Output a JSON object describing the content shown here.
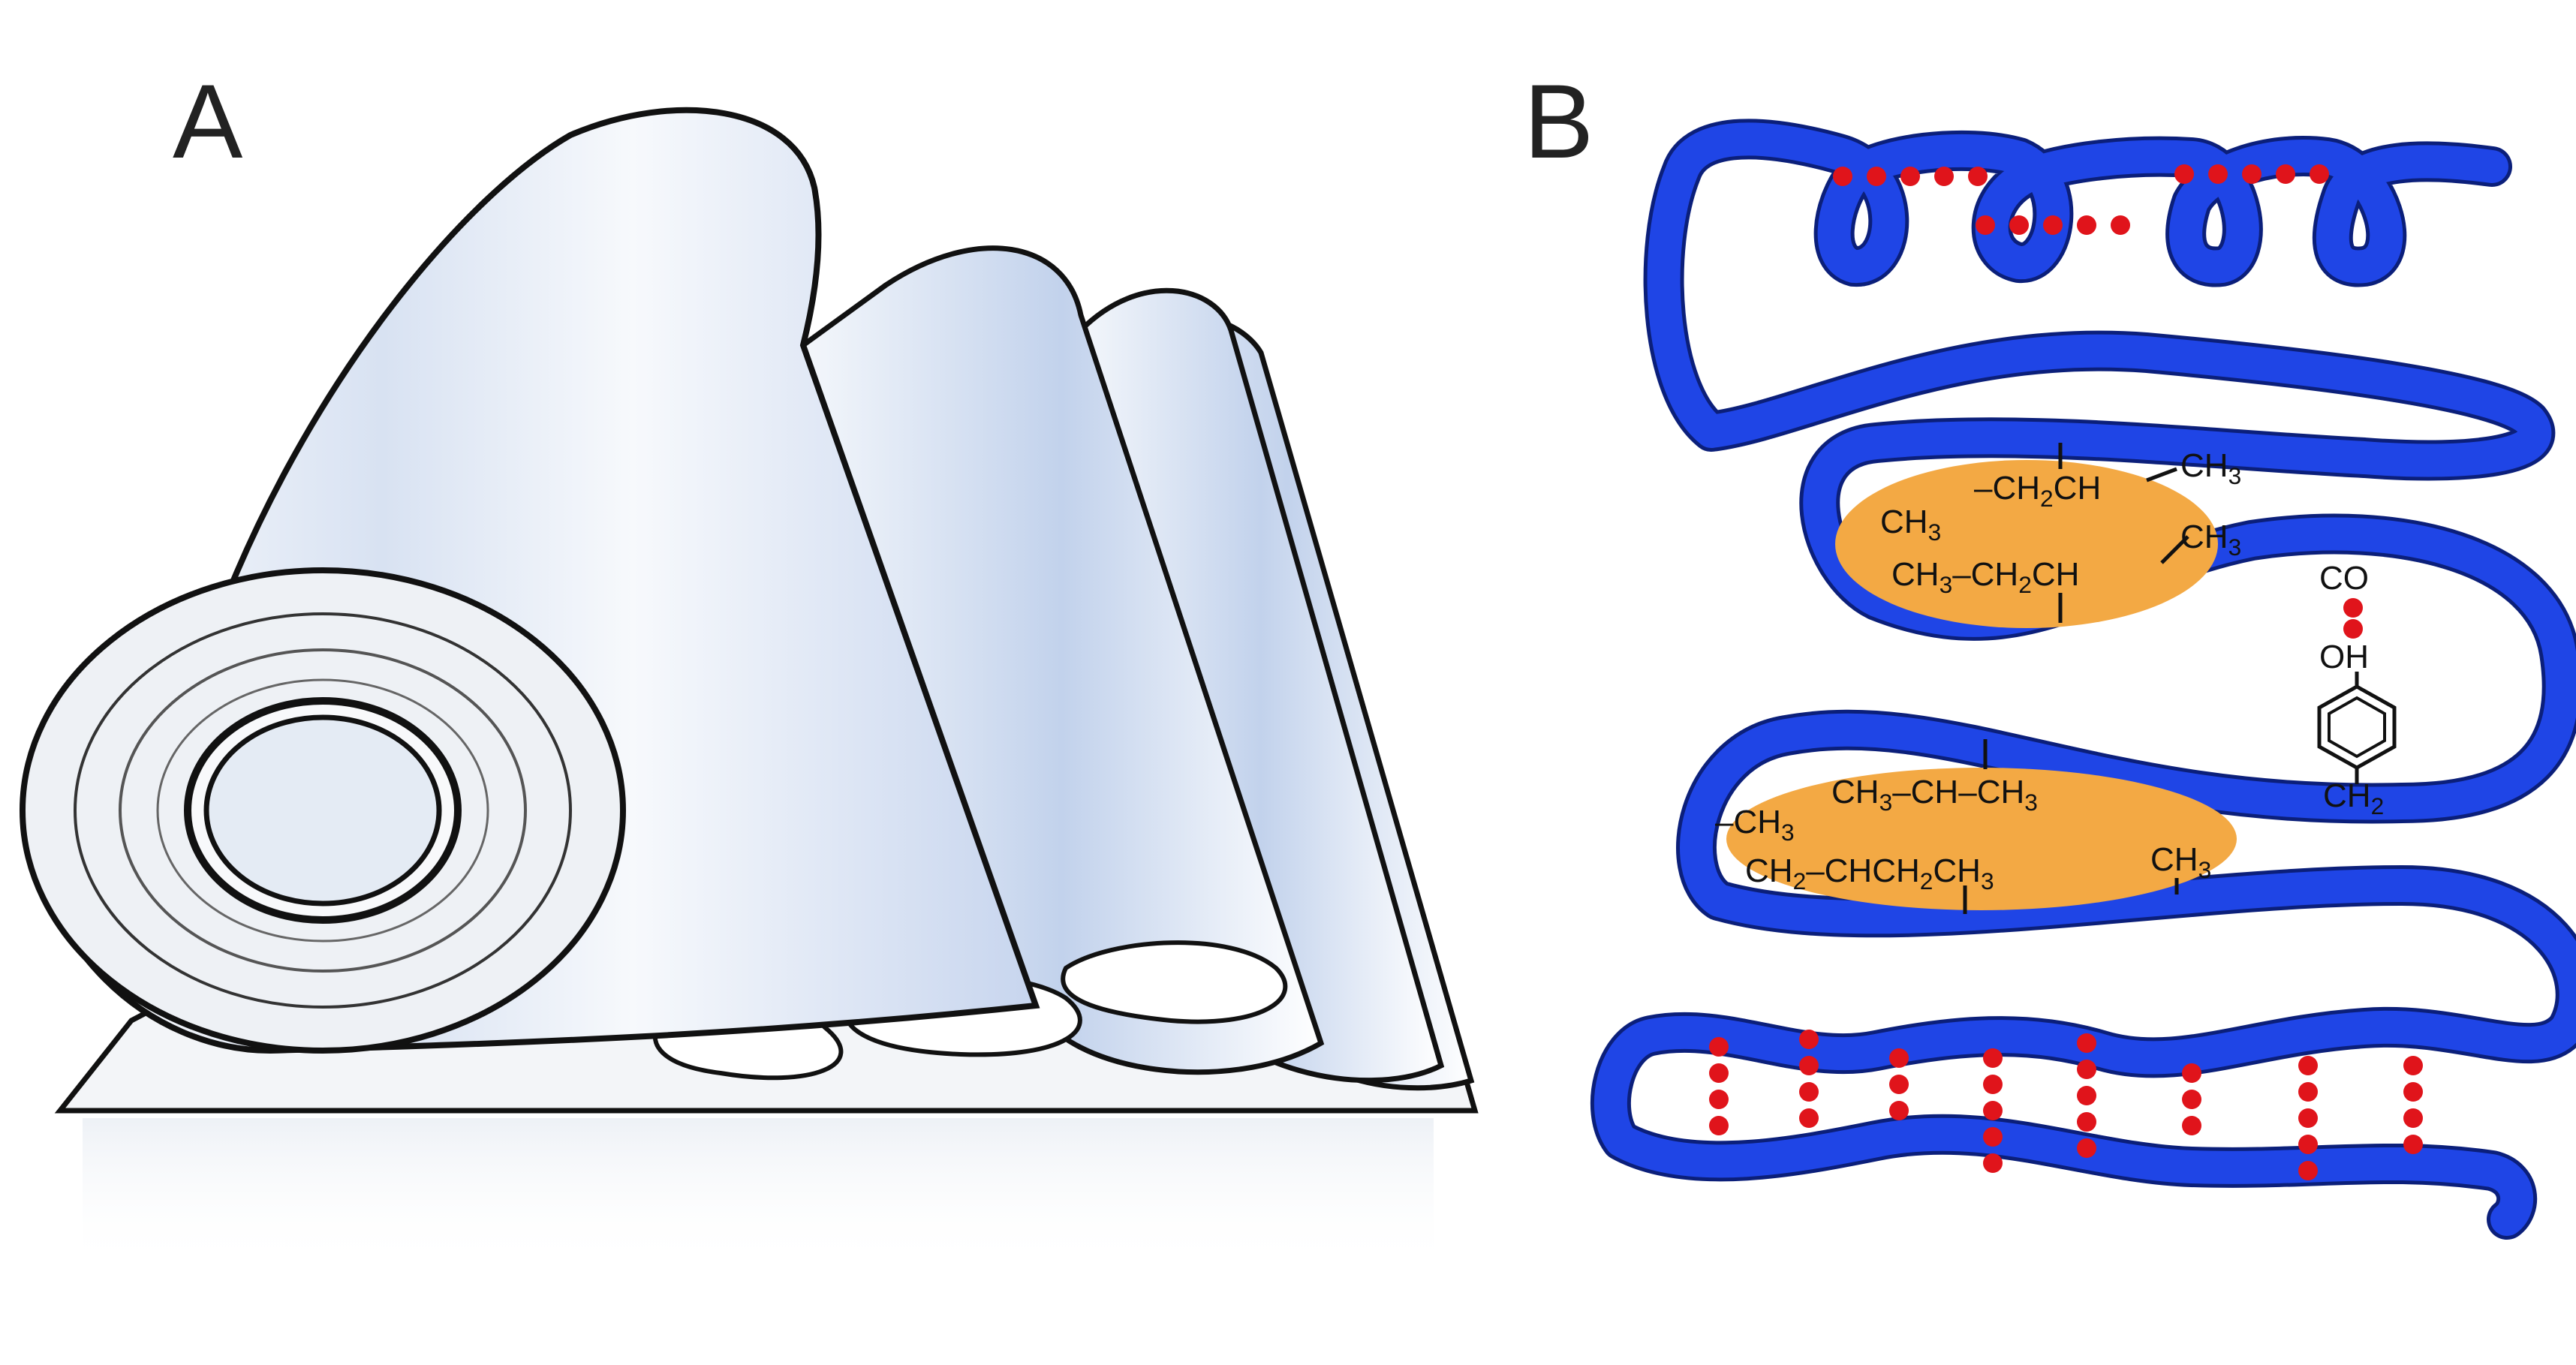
{
  "panels": {
    "a": {
      "label": "A"
    },
    "b": {
      "label": "B"
    }
  },
  "chem": {
    "group1": {
      "line1_left": "CH",
      "line1_left_sub": "3",
      "line1_mid": "CH",
      "line1_mid_sub": "2",
      "line1_right": "CH",
      "branch_ch3": "CH",
      "branch_ch3_sub": "3",
      "line2_prefix": "CH",
      "line2_prefix_sub": "3",
      "line2_mid": "–CH",
      "line2_mid_sub": "2",
      "line2_end": "CH",
      "branch2_ch3": "CH",
      "branch2_ch3_sub": "3"
    },
    "tyr": {
      "co": "CO",
      "oh": "OH",
      "ch2": "CH",
      "ch2_sub": "2"
    },
    "group2": {
      "top_left": "CH",
      "top_left_sub": "3",
      "top_mid": "–CH–",
      "top_right": "CH",
      "top_right_sub": "3",
      "side": "–CH",
      "side_sub": "3",
      "bottom_a": "CH",
      "bottom_a_sub": "2",
      "bottom_b": "–CHCH",
      "bottom_b_sub": "2",
      "bottom_c": "CH",
      "bottom_c_sub": "3",
      "far_right": "CH",
      "far_right_sub": "3"
    }
  },
  "colors": {
    "ribbon": "#1f45e6",
    "ribbon_edge": "#0b1f7a",
    "hbond": "#e0141b",
    "hydrophobic": "#f3a944",
    "roll_outline": "#111111",
    "roll_fill": "#eef2f7",
    "roll_shade": "#b9c9e6"
  }
}
